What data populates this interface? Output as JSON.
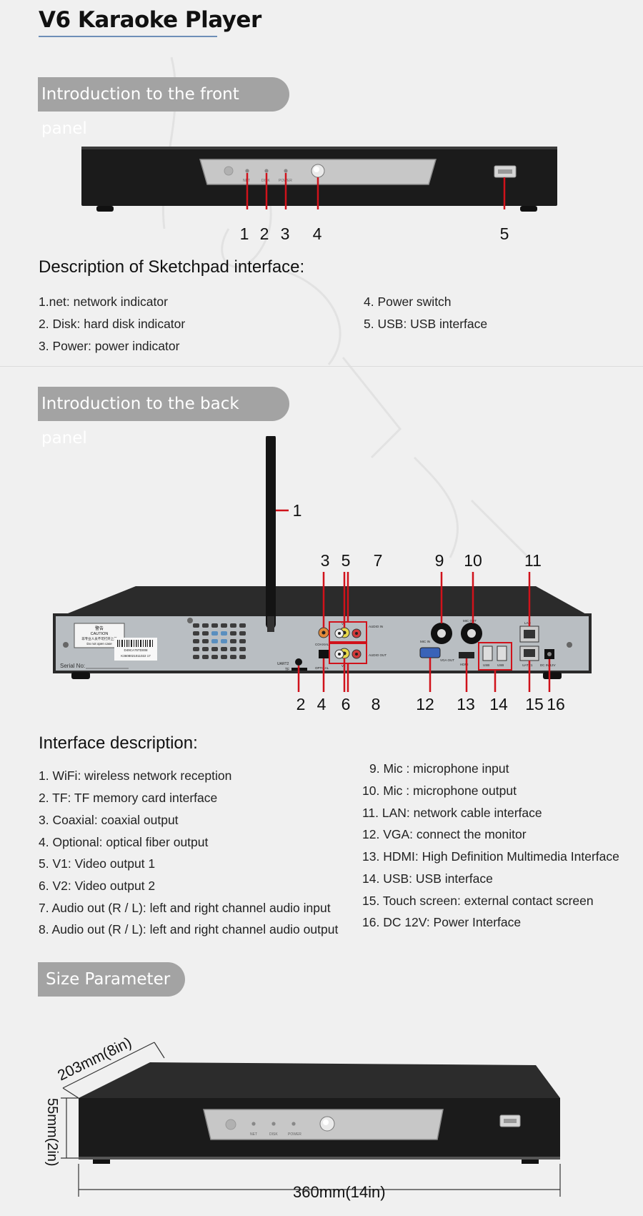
{
  "title": "V6 Karaoke Player",
  "front": {
    "banner": "Introduction to the front panel",
    "heading": "Description of Sketchpad interface:",
    "callouts": [
      "1",
      "2",
      "3",
      "4",
      "5"
    ],
    "panel_labels": [
      "NET",
      "DISK",
      "POWER"
    ],
    "items_left": [
      "1.net: network indicator",
      "2. Disk: hard disk indicator",
      "3. Power: power indicator"
    ],
    "items_right": [
      "4. Power switch",
      "5. USB: USB interface"
    ]
  },
  "back": {
    "banner": "Introduction to the back panel",
    "heading": "Interface description:",
    "callouts_top": [
      "1",
      "3",
      "5",
      "7",
      "9",
      "10",
      "11"
    ],
    "callouts_bottom": [
      "2",
      "4",
      "6",
      "8",
      "12",
      "13",
      "14",
      "15",
      "16"
    ],
    "sticker": {
      "title": "警告",
      "caution": "CAUTION",
      "line1": "非专业人员不可打开上盖",
      "line2": "Do not open case"
    },
    "barcode": {
      "code1": "D49CA75TD008",
      "code2": "K3608021011022 17"
    },
    "serial_label": "Serial No:",
    "port_labels": {
      "uart2": "UART2",
      "tf": "TF",
      "coaxial": "COAXIAL",
      "optical": "OPTICAL",
      "v1": "V1",
      "v2": "V2",
      "audio_in": "AUDIO IN",
      "audio_out": "AUDIO OUT",
      "l": "L",
      "r": "R",
      "mic_in": "MIC IN",
      "mic_out": "MIC OUT",
      "vga_out": "VGA OUT",
      "hdmi": "HDMI",
      "usb": "USB",
      "lan": "LAN",
      "uatr1": "UATR1",
      "dc": "DC IN 12V"
    },
    "items_left": [
      "1. WiFi: wireless network reception",
      "2. TF: TF memory card interface",
      "3. Coaxial: coaxial output",
      "4. Optional: optical fiber output",
      "5. V1: Video output 1",
      "6. V2: Video output 2",
      "7. Audio out (R / L): left and right channel audio input",
      "8. Audio out (R / L): left and right channel audio output"
    ],
    "items_right": [
      "9. Mic : microphone input",
      "10. Mic : microphone output",
      "11. LAN: network cable interface",
      "12. VGA: connect the monitor",
      "13. HDMI: High Definition Multimedia Interface",
      "14. USB: USB interface",
      "15. Touch screen: external contact screen",
      "16. DC 12V: Power Interface"
    ]
  },
  "size": {
    "banner": "Size Parameter",
    "depth": "203mm(8in)",
    "height": "55mm(2in)",
    "width": "360mm(14in)"
  },
  "colors": {
    "banner": "#a3a3a3",
    "callout_line": "#d0121b",
    "accent_underline": "#6e8fb8"
  }
}
